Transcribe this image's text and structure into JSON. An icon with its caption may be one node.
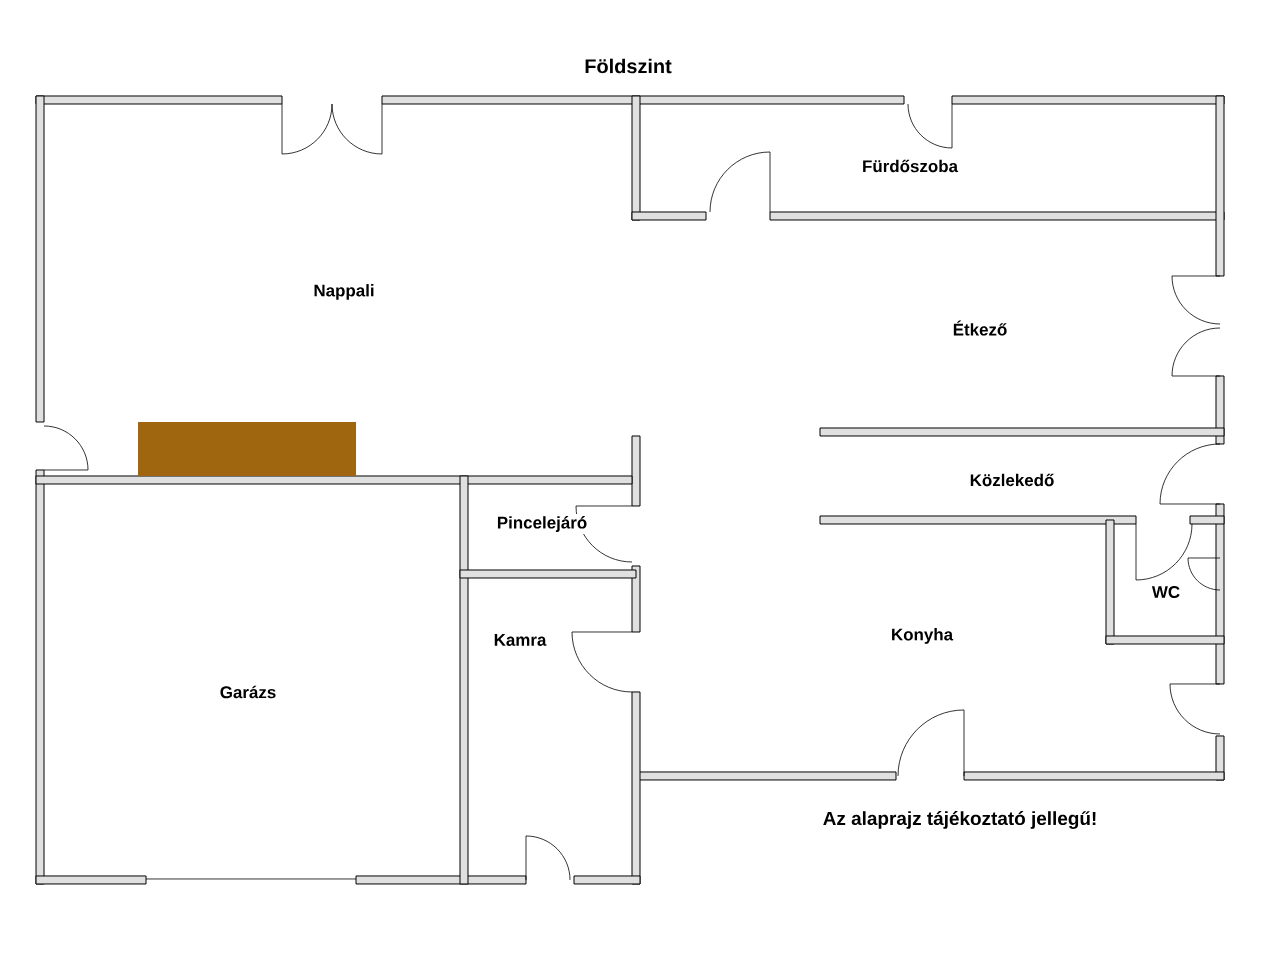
{
  "diagram": {
    "title": "Földszint",
    "labels": [
      "Fürdőszoba",
      "Nappali",
      "Étkező",
      "Közlekedő",
      "Pincelejáró",
      "WC",
      "Konyha",
      "Kamra",
      "Garázs",
      "Az alaprajz tájékoztató jellegű!"
    ]
  }
}
